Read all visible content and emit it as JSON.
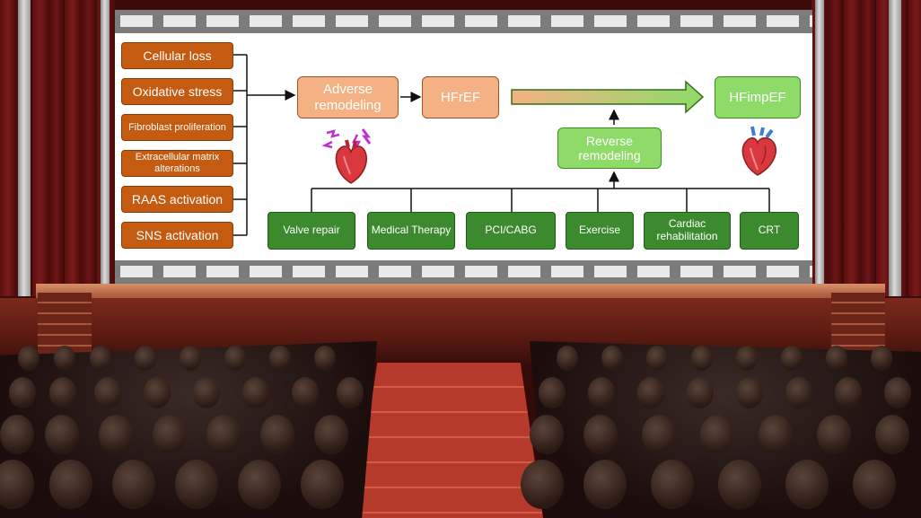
{
  "diagram": {
    "causes": [
      "Cellular loss",
      "Oxidative stress",
      "Fibroblast proliferation",
      "Extracellular matrix alterations",
      "RAAS activation",
      "SNS activation"
    ],
    "adverse_remodeling": "Adverse remodeling",
    "hfref": "HFrEF",
    "hfimpef": "HFimpEF",
    "reverse_remodeling": "Reverse remodeling",
    "therapies": [
      "Valve repair",
      "Medical Therapy",
      "PCI/CABG",
      "Exercise",
      "Cardiac rehabilitation",
      "CRT"
    ]
  },
  "colors": {
    "cause_fill": "#c55a11",
    "adverse_fill": "#f4b183",
    "improved_fill": "#8fdb6a",
    "therapy_fill": "#3c8a2e"
  },
  "icons": [
    "broken-heart-icon",
    "healthy-heart-icon"
  ]
}
